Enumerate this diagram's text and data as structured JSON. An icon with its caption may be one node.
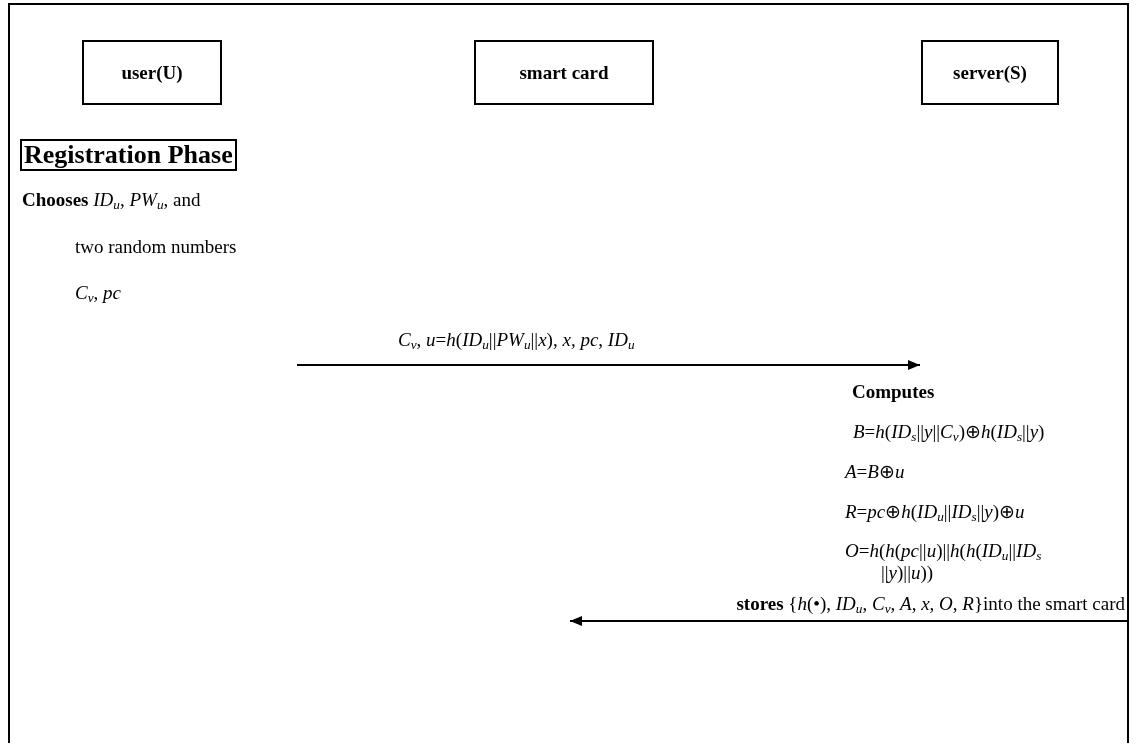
{
  "diagram": {
    "nodes": [
      {
        "text": [
          "user(U)"
        ]
      },
      {
        "text": [
          "smart card"
        ]
      },
      {
        "text": [
          "server(S)"
        ]
      },
      {
        "text": [
          "Registration Phase"
        ]
      },
      {
        "text": [
          "Computes",
          "*B*=*h*(*ID*$_{s}$||*y*||*C*$_{v}$)⊕*h*(*ID*$_{s}$||*y*)",
          "*A*=*B*⊕*u*",
          "*R*=*pc*⊕*h*(*ID*$_{u}$||*ID*$_{s}$||*y*)⊕*u*",
          "*O*=*h*(*h*(*pc*||*u*)||*h*(*h*(*ID*$_{u}$||*ID*$_{s}$ ||*y*)||*u*))"
        ]
      }
    ],
    "edges": [
      {
        "from": null,
        "to": 4,
        "arrow": "to",
        "label": "*C*$_{v}$, *u*=*h*(*ID*$_{u}$||*PW*$_{u}$||*x*), *x*, *pc*, *ID*$_{u}$"
      },
      {
        "from": 4,
        "to": null,
        "arrow": "to",
        "label": "**stores** {*h*(•), *ID*$_{u}$, *C*$_{v}$, *A*, *x*, *O*, *R*}into the smart card"
      }
    ],
    "labels": [
      "**Chooses** *ID*$_{u}$, *PW*$_{u}$, and",
      "two random numbers",
      "*C*$_{v}$, *pc*"
    ]
  }
}
